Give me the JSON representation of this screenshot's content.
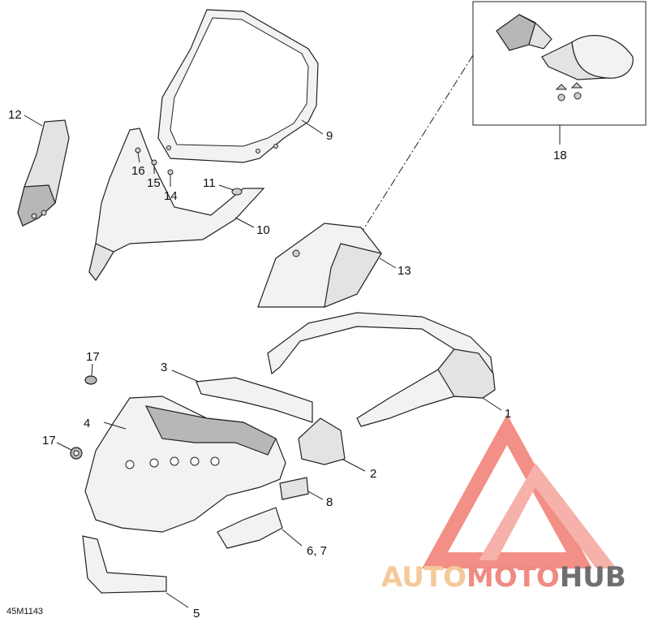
{
  "diagram": {
    "drawing_code": "45M1143",
    "callouts": {
      "c1": "1",
      "c2": "2",
      "c3": "3",
      "c4": "4",
      "c5": "5",
      "c67": "6, 7",
      "c8": "8",
      "c9": "9",
      "c10": "10",
      "c11": "11",
      "c12": "12",
      "c13": "13",
      "c14": "14",
      "c15": "15",
      "c16": "16",
      "c17a": "17",
      "c17b": "17",
      "c18": "18"
    }
  },
  "watermark": {
    "part1": "AUTO",
    "part2": "MOTO",
    "part3": "HUB",
    "colors": {
      "auto": "#f5c99a",
      "moto": "#f08a82",
      "hub": "#6f6f6f",
      "logo": "#f07c72"
    }
  }
}
